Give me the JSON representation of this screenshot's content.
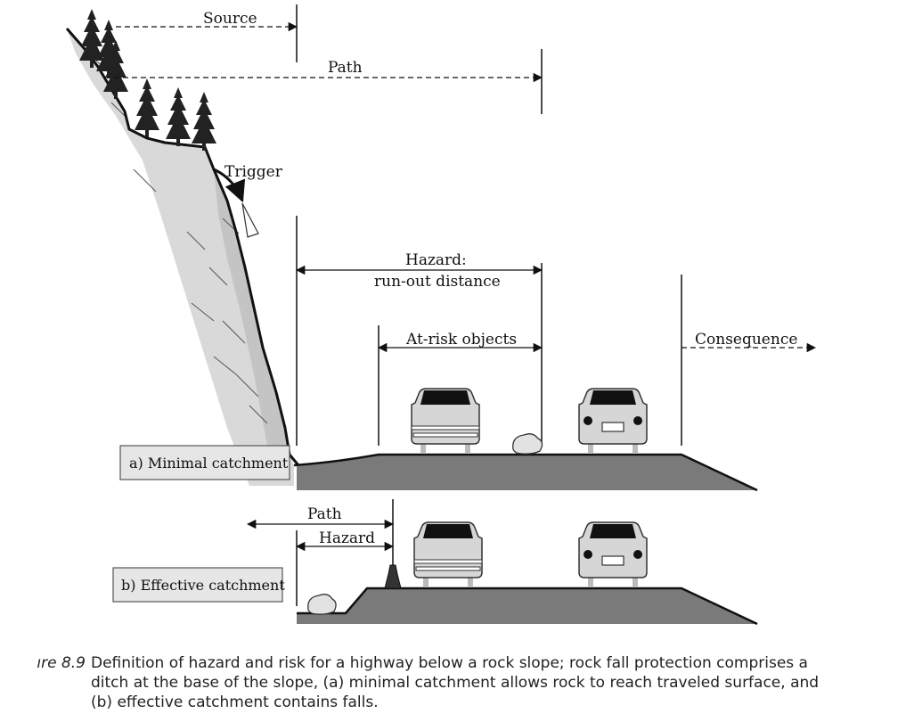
{
  "labels": {
    "source": "Source",
    "path_top": "Path",
    "trigger": "Trigger",
    "hazard_line1": "Hazard:",
    "hazard_line2": "run-out distance",
    "at_risk": "At-risk objects",
    "consequence": "Consequence",
    "box_a": "a) Minimal catchment",
    "path_b": "Path",
    "hazard_b": "Hazard",
    "box_b": "b) Effective catchment"
  },
  "caption": {
    "figure_ref": "ıre 8.9",
    "line1": "Definition of hazard and risk for a highway below a rock slope; rock fall protection comprises a",
    "line2": "ditch at the base of the slope, (a) minimal catchment allows rock to reach traveled surface, and",
    "line3": "(b) effective catchment contains falls."
  },
  "colors": {
    "road": "#7a7a7a",
    "slope_light": "#d8d8d8",
    "slope_mid": "#c6c6c6",
    "car": "#d6d6d6",
    "tree": "#222222"
  }
}
